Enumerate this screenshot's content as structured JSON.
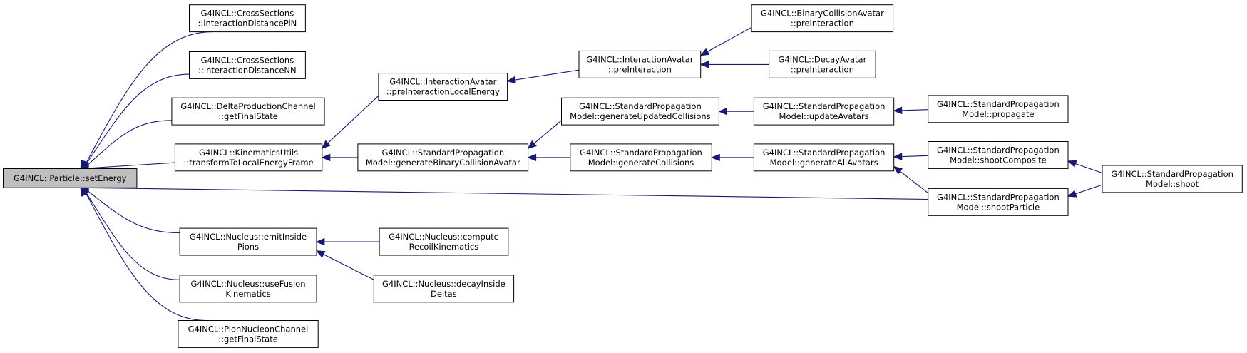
{
  "graph": {
    "nodes": [
      {
        "id": "root",
        "lines": [
          "G4INCL::Particle::setEnergy"
        ],
        "root": true
      },
      {
        "id": "cs_pin",
        "lines": [
          "G4INCL::CrossSections",
          "::interactionDistancePiN"
        ]
      },
      {
        "id": "cs_nn",
        "lines": [
          "G4INCL::CrossSections",
          "::interactionDistanceNN"
        ]
      },
      {
        "id": "delta_prod",
        "lines": [
          "G4INCL::DeltaProductionChannel",
          "::getFinalState"
        ]
      },
      {
        "id": "kin_utils",
        "lines": [
          "G4INCL::KinematicsUtils",
          "::transformToLocalEnergyFrame"
        ]
      },
      {
        "id": "emit_pions",
        "lines": [
          "G4INCL::Nucleus::emitInside",
          "Pions"
        ]
      },
      {
        "id": "use_fusion",
        "lines": [
          "G4INCL::Nucleus::useFusion",
          "Kinematics"
        ]
      },
      {
        "id": "pion_nucleon",
        "lines": [
          "G4INCL::PionNucleonChannel",
          "::getFinalState"
        ]
      },
      {
        "id": "ia_local",
        "lines": [
          "G4INCL::InteractionAvatar",
          "::preInteractionLocalEnergy"
        ]
      },
      {
        "id": "gen_binary",
        "lines": [
          "G4INCL::StandardPropagation",
          "Model::generateBinaryCollisionAvatar"
        ]
      },
      {
        "id": "compute_recoil",
        "lines": [
          "G4INCL::Nucleus::compute",
          "RecoilKinematics"
        ]
      },
      {
        "id": "decay_deltas",
        "lines": [
          "G4INCL::Nucleus::decayInside",
          "Deltas"
        ]
      },
      {
        "id": "ia_pre",
        "lines": [
          "G4INCL::InteractionAvatar",
          "::preInteraction"
        ]
      },
      {
        "id": "gen_updated",
        "lines": [
          "G4INCL::StandardPropagation",
          "Model::generateUpdatedCollisions"
        ]
      },
      {
        "id": "gen_collisions",
        "lines": [
          "G4INCL::StandardPropagation",
          "Model::generateCollisions"
        ]
      },
      {
        "id": "bca_pre",
        "lines": [
          "G4INCL::BinaryCollisionAvatar",
          "::preInteraction"
        ]
      },
      {
        "id": "da_pre",
        "lines": [
          "G4INCL::DecayAvatar",
          "::preInteraction"
        ]
      },
      {
        "id": "update_avatars",
        "lines": [
          "G4INCL::StandardPropagation",
          "Model::updateAvatars"
        ]
      },
      {
        "id": "gen_all",
        "lines": [
          "G4INCL::StandardPropagation",
          "Model::generateAllAvatars"
        ]
      },
      {
        "id": "propagate",
        "lines": [
          "G4INCL::StandardPropagation",
          "Model::propagate"
        ]
      },
      {
        "id": "shoot_comp",
        "lines": [
          "G4INCL::StandardPropagation",
          "Model::shootComposite"
        ]
      },
      {
        "id": "shoot_part",
        "lines": [
          "G4INCL::StandardPropagation",
          "Model::shootParticle"
        ]
      },
      {
        "id": "shoot",
        "lines": [
          "G4INCL::StandardPropagation",
          "Model::shoot"
        ]
      }
    ],
    "edges": [
      {
        "from": "cs_pin",
        "to": "root"
      },
      {
        "from": "cs_nn",
        "to": "root"
      },
      {
        "from": "delta_prod",
        "to": "root"
      },
      {
        "from": "kin_utils",
        "to": "root"
      },
      {
        "from": "shoot_part",
        "to": "root"
      },
      {
        "from": "emit_pions",
        "to": "root"
      },
      {
        "from": "use_fusion",
        "to": "root"
      },
      {
        "from": "pion_nucleon",
        "to": "root"
      },
      {
        "from": "ia_local",
        "to": "kin_utils"
      },
      {
        "from": "gen_binary",
        "to": "kin_utils"
      },
      {
        "from": "compute_recoil",
        "to": "emit_pions"
      },
      {
        "from": "decay_deltas",
        "to": "emit_pions"
      },
      {
        "from": "ia_pre",
        "to": "ia_local"
      },
      {
        "from": "gen_updated",
        "to": "gen_binary"
      },
      {
        "from": "gen_collisions",
        "to": "gen_binary"
      },
      {
        "from": "bca_pre",
        "to": "ia_pre"
      },
      {
        "from": "da_pre",
        "to": "ia_pre"
      },
      {
        "from": "update_avatars",
        "to": "gen_updated"
      },
      {
        "from": "gen_all",
        "to": "gen_collisions"
      },
      {
        "from": "propagate",
        "to": "update_avatars"
      },
      {
        "from": "shoot_comp",
        "to": "gen_all"
      },
      {
        "from": "shoot_part",
        "to": "gen_all"
      },
      {
        "from": "shoot",
        "to": "shoot_comp"
      },
      {
        "from": "shoot",
        "to": "shoot_part"
      }
    ]
  },
  "colors": {
    "edge": "#191970",
    "root_fill": "#bfbfbf",
    "node_fill": "#ffffff",
    "node_border": "#000000"
  }
}
